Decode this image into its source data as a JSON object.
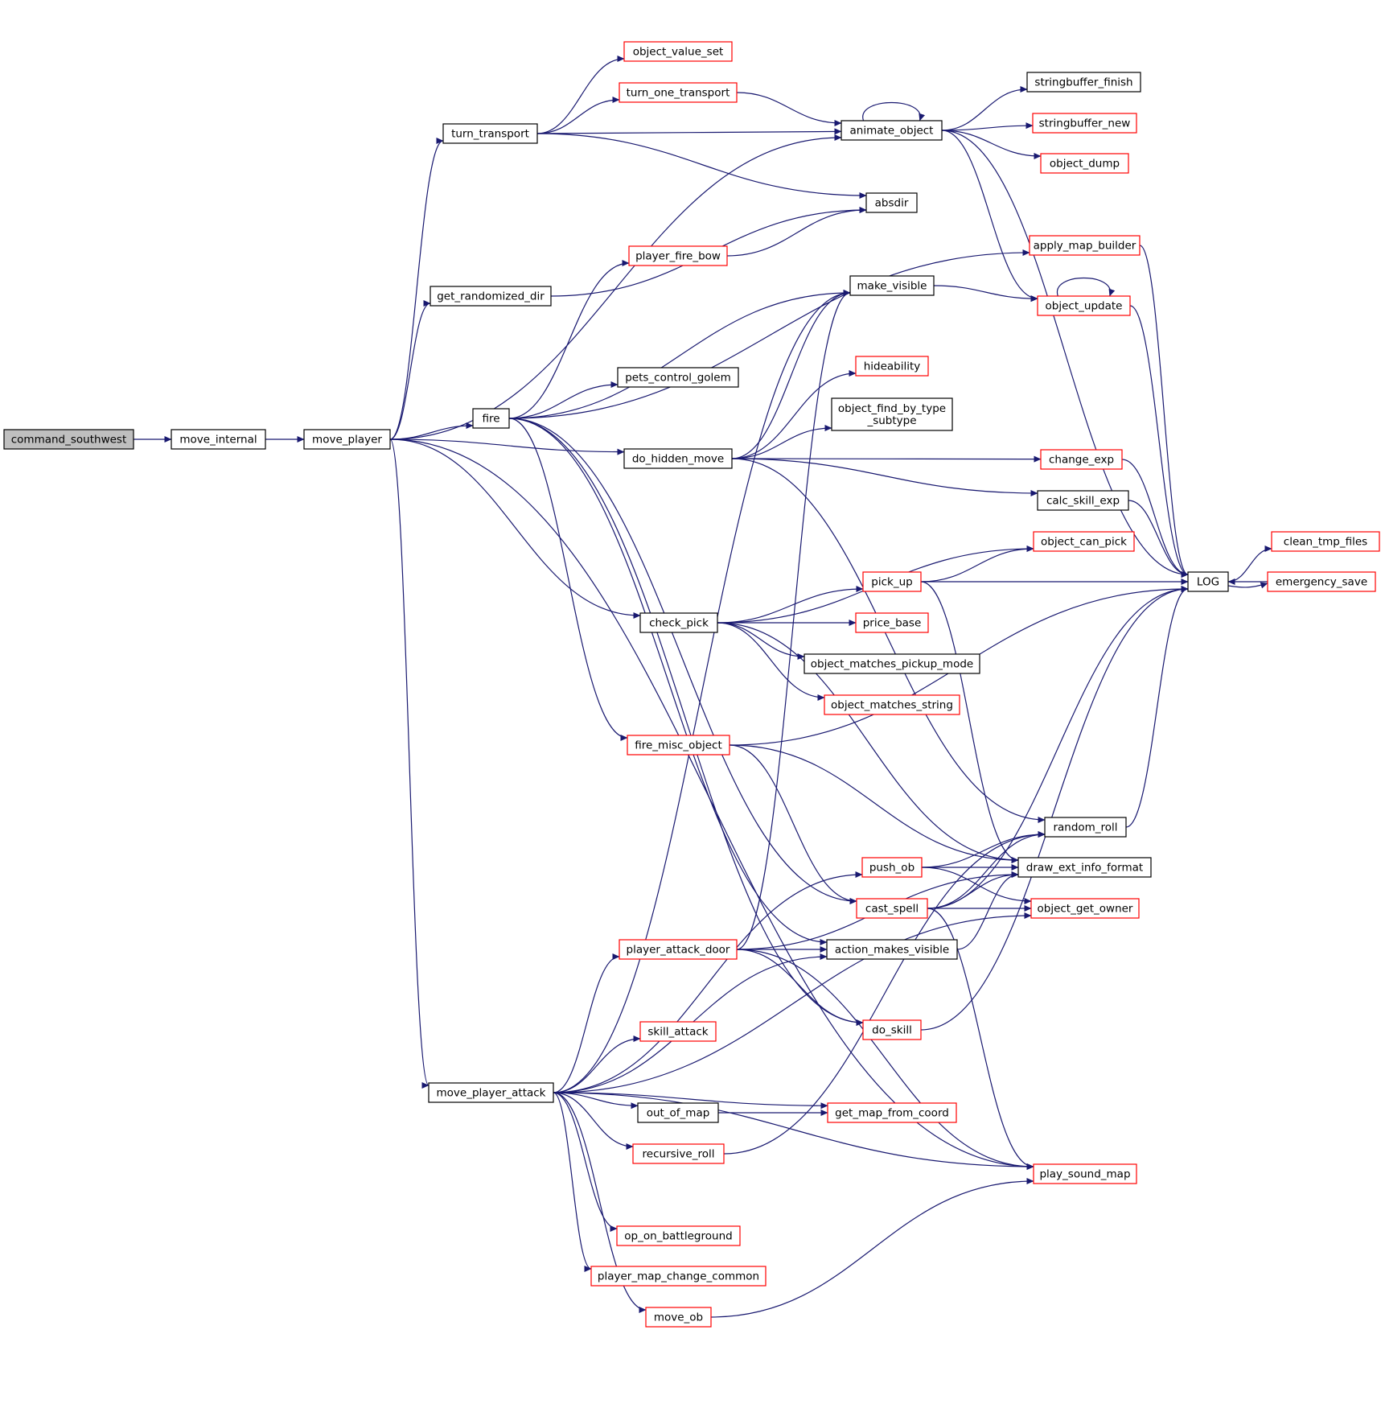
{
  "colors": {
    "edge": "#191970",
    "node_border_plain": "#000000",
    "node_border_incomplete": "#ff0000",
    "root_fill": "#bfbfbf"
  },
  "nodes": {
    "command_southwest": {
      "label": "command_southwest",
      "style": "root"
    },
    "move_internal": {
      "label": "move_internal",
      "style": "plain"
    },
    "move_player": {
      "label": "move_player",
      "style": "plain"
    },
    "turn_transport": {
      "label": "turn_transport",
      "style": "plain"
    },
    "get_randomized_dir": {
      "label": "get_randomized_dir",
      "style": "plain"
    },
    "fire": {
      "label": "fire",
      "style": "plain"
    },
    "do_hidden_move": {
      "label": "do_hidden_move",
      "style": "plain"
    },
    "check_pick": {
      "label": "check_pick",
      "style": "plain"
    },
    "move_player_attack": {
      "label": "move_player_attack",
      "style": "plain"
    },
    "object_value_set": {
      "label": "object_value_set",
      "style": "red"
    },
    "turn_one_transport": {
      "label": "turn_one_transport",
      "style": "red"
    },
    "player_fire_bow": {
      "label": "player_fire_bow",
      "style": "red"
    },
    "pets_control_golem": {
      "label": "pets_control_golem",
      "style": "plain"
    },
    "fire_misc_object": {
      "label": "fire_misc_object",
      "style": "red"
    },
    "player_attack_door": {
      "label": "player_attack_door",
      "style": "red"
    },
    "skill_attack": {
      "label": "skill_attack",
      "style": "red"
    },
    "out_of_map": {
      "label": "out_of_map",
      "style": "plain"
    },
    "recursive_roll": {
      "label": "recursive_roll",
      "style": "red"
    },
    "op_on_battleground": {
      "label": "op_on_battleground",
      "style": "red"
    },
    "player_map_change_common": {
      "label": "player_map_change_common",
      "style": "red"
    },
    "move_ob": {
      "label": "move_ob",
      "style": "red"
    },
    "animate_object": {
      "label": "animate_object",
      "style": "plain"
    },
    "absdir": {
      "label": "absdir",
      "style": "plain"
    },
    "make_visible": {
      "label": "make_visible",
      "style": "plain"
    },
    "hideability": {
      "label": "hideability",
      "style": "red"
    },
    "object_find_by_type_subtype": {
      "label": "object_find_by_type\n_subtype",
      "style": "plain"
    },
    "pick_up": {
      "label": "pick_up",
      "style": "red"
    },
    "price_base": {
      "label": "price_base",
      "style": "red"
    },
    "object_matches_pickup_mode": {
      "label": "object_matches_pickup_mode",
      "style": "plain"
    },
    "object_matches_string": {
      "label": "object_matches_string",
      "style": "red"
    },
    "push_ob": {
      "label": "push_ob",
      "style": "red"
    },
    "cast_spell": {
      "label": "cast_spell",
      "style": "red"
    },
    "action_makes_visible": {
      "label": "action_makes_visible",
      "style": "plain"
    },
    "do_skill": {
      "label": "do_skill",
      "style": "red"
    },
    "get_map_from_coord": {
      "label": "get_map_from_coord",
      "style": "red"
    },
    "stringbuffer_finish": {
      "label": "stringbuffer_finish",
      "style": "plain"
    },
    "stringbuffer_new": {
      "label": "stringbuffer_new",
      "style": "red"
    },
    "object_dump": {
      "label": "object_dump",
      "style": "red"
    },
    "apply_map_builder": {
      "label": "apply_map_builder",
      "style": "red"
    },
    "object_update": {
      "label": "object_update",
      "style": "red"
    },
    "change_exp": {
      "label": "change_exp",
      "style": "red"
    },
    "calc_skill_exp": {
      "label": "calc_skill_exp",
      "style": "plain"
    },
    "object_can_pick": {
      "label": "object_can_pick",
      "style": "red"
    },
    "random_roll": {
      "label": "random_roll",
      "style": "plain"
    },
    "draw_ext_info_format": {
      "label": "draw_ext_info_format",
      "style": "plain"
    },
    "object_get_owner": {
      "label": "object_get_owner",
      "style": "red"
    },
    "play_sound_map": {
      "label": "play_sound_map",
      "style": "red"
    },
    "LOG": {
      "label": "LOG",
      "style": "plain"
    },
    "clean_tmp_files": {
      "label": "clean_tmp_files",
      "style": "red"
    },
    "emergency_save": {
      "label": "emergency_save",
      "style": "red"
    }
  },
  "edges": [
    [
      "command_southwest",
      "move_internal"
    ],
    [
      "move_internal",
      "move_player"
    ],
    [
      "move_player",
      "animate_object"
    ],
    [
      "move_player",
      "turn_transport"
    ],
    [
      "move_player",
      "get_randomized_dir"
    ],
    [
      "move_player",
      "fire"
    ],
    [
      "move_player",
      "do_hidden_move"
    ],
    [
      "move_player",
      "check_pick"
    ],
    [
      "move_player",
      "move_player_attack"
    ],
    [
      "move_player",
      "play_sound_map"
    ],
    [
      "turn_transport",
      "object_value_set"
    ],
    [
      "turn_transport",
      "turn_one_transport"
    ],
    [
      "turn_transport",
      "animate_object"
    ],
    [
      "turn_transport",
      "absdir"
    ],
    [
      "turn_one_transport",
      "animate_object"
    ],
    [
      "get_randomized_dir",
      "absdir"
    ],
    [
      "fire",
      "player_fire_bow"
    ],
    [
      "fire",
      "apply_map_builder"
    ],
    [
      "fire",
      "make_visible"
    ],
    [
      "fire",
      "pets_control_golem"
    ],
    [
      "fire",
      "fire_misc_object"
    ],
    [
      "fire",
      "cast_spell"
    ],
    [
      "fire",
      "action_makes_visible"
    ],
    [
      "fire",
      "do_skill"
    ],
    [
      "player_fire_bow",
      "absdir"
    ],
    [
      "do_hidden_move",
      "make_visible"
    ],
    [
      "do_hidden_move",
      "hideability"
    ],
    [
      "do_hidden_move",
      "object_find_by_type_subtype"
    ],
    [
      "do_hidden_move",
      "change_exp"
    ],
    [
      "do_hidden_move",
      "calc_skill_exp"
    ],
    [
      "do_hidden_move",
      "random_roll"
    ],
    [
      "check_pick",
      "object_can_pick"
    ],
    [
      "check_pick",
      "pick_up"
    ],
    [
      "check_pick",
      "price_base"
    ],
    [
      "check_pick",
      "object_matches_pickup_mode"
    ],
    [
      "check_pick",
      "object_matches_string"
    ],
    [
      "check_pick",
      "draw_ext_info_format"
    ],
    [
      "fire_misc_object",
      "LOG"
    ],
    [
      "fire_misc_object",
      "draw_ext_info_format"
    ],
    [
      "fire_misc_object",
      "cast_spell"
    ],
    [
      "move_player_attack",
      "make_visible"
    ],
    [
      "move_player_attack",
      "push_ob"
    ],
    [
      "move_player_attack",
      "action_makes_visible"
    ],
    [
      "move_player_attack",
      "player_attack_door"
    ],
    [
      "move_player_attack",
      "skill_attack"
    ],
    [
      "move_player_attack",
      "get_map_from_coord"
    ],
    [
      "move_player_attack",
      "out_of_map"
    ],
    [
      "move_player_attack",
      "recursive_roll"
    ],
    [
      "move_player_attack",
      "object_get_owner"
    ],
    [
      "move_player_attack",
      "op_on_battleground"
    ],
    [
      "move_player_attack",
      "player_map_change_common"
    ],
    [
      "move_player_attack",
      "move_ob"
    ],
    [
      "move_player_attack",
      "play_sound_map"
    ],
    [
      "player_attack_door",
      "make_visible"
    ],
    [
      "player_attack_door",
      "action_makes_visible"
    ],
    [
      "player_attack_door",
      "draw_ext_info_format"
    ],
    [
      "player_attack_door",
      "do_skill"
    ],
    [
      "player_attack_door",
      "play_sound_map"
    ],
    [
      "out_of_map",
      "get_map_from_coord"
    ],
    [
      "recursive_roll",
      "random_roll"
    ],
    [
      "move_ob",
      "play_sound_map"
    ],
    [
      "animate_object",
      "animate_object"
    ],
    [
      "animate_object",
      "stringbuffer_finish"
    ],
    [
      "animate_object",
      "stringbuffer_new"
    ],
    [
      "animate_object",
      "object_dump"
    ],
    [
      "animate_object",
      "object_update"
    ],
    [
      "animate_object",
      "LOG"
    ],
    [
      "make_visible",
      "object_update"
    ],
    [
      "object_update",
      "object_update"
    ],
    [
      "object_update",
      "LOG"
    ],
    [
      "apply_map_builder",
      "LOG"
    ],
    [
      "pick_up",
      "object_can_pick"
    ],
    [
      "pick_up",
      "LOG"
    ],
    [
      "pick_up",
      "draw_ext_info_format"
    ],
    [
      "push_ob",
      "random_roll"
    ],
    [
      "push_ob",
      "draw_ext_info_format"
    ],
    [
      "push_ob",
      "object_get_owner"
    ],
    [
      "cast_spell",
      "random_roll"
    ],
    [
      "cast_spell",
      "draw_ext_info_format"
    ],
    [
      "cast_spell",
      "object_get_owner"
    ],
    [
      "cast_spell",
      "LOG"
    ],
    [
      "cast_spell",
      "play_sound_map"
    ],
    [
      "action_makes_visible",
      "draw_ext_info_format"
    ],
    [
      "do_skill",
      "LOG"
    ],
    [
      "change_exp",
      "LOG"
    ],
    [
      "calc_skill_exp",
      "LOG"
    ],
    [
      "random_roll",
      "LOG"
    ],
    [
      "LOG",
      "clean_tmp_files"
    ],
    [
      "LOG",
      "emergency_save"
    ],
    [
      "emergency_save",
      "LOG"
    ]
  ]
}
